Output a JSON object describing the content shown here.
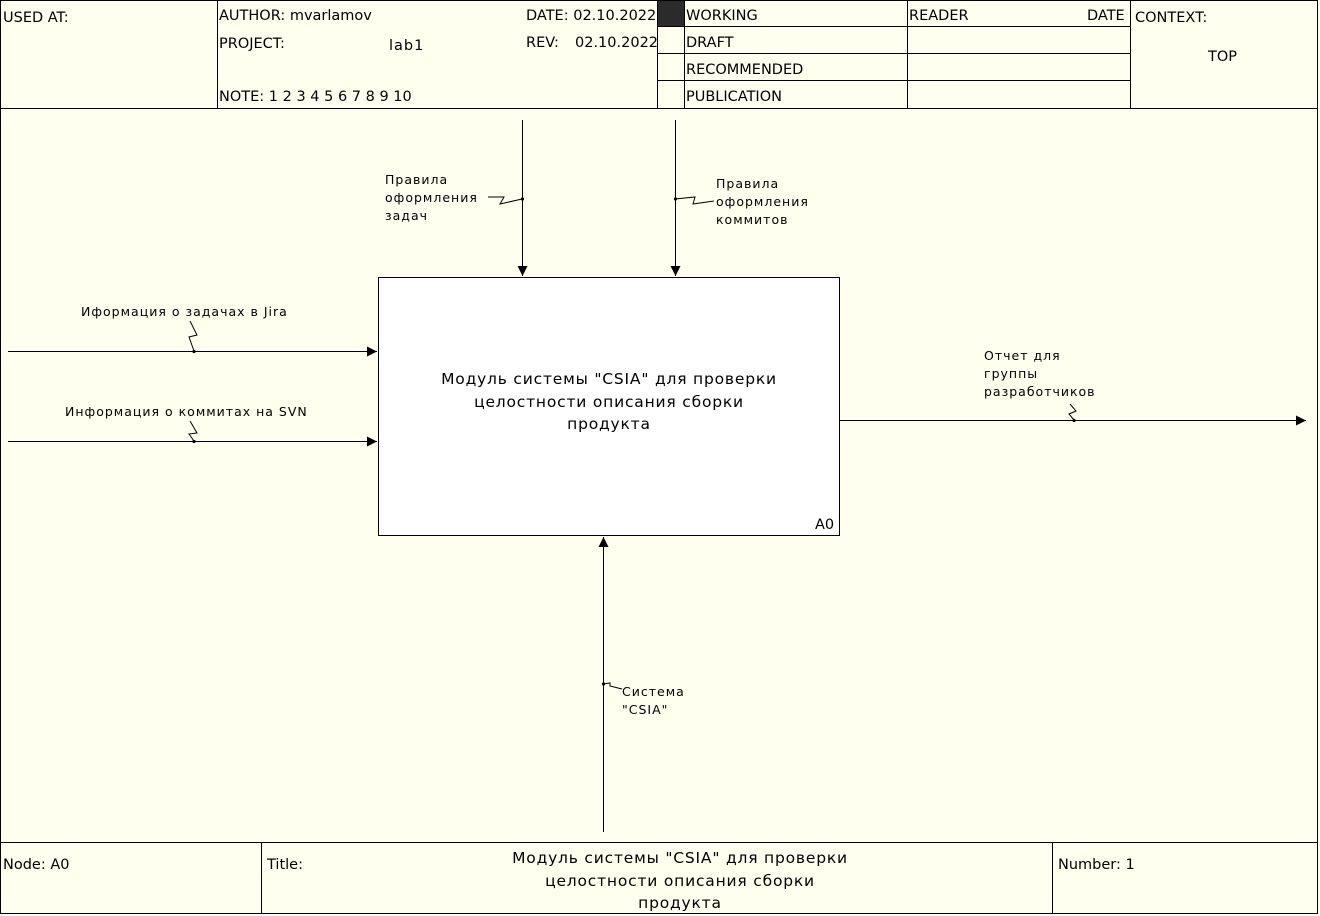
{
  "header": {
    "used_at_label": "USED AT:",
    "author_label": "AUTHOR:",
    "author": "mvarlamov",
    "project_label": "PROJECT:",
    "project": "lab1",
    "note_label": "NOTE:",
    "note_numbers": "1 2 3 4 5 6 7 8 9 10",
    "date_label": "DATE:",
    "date": "02.10.2022",
    "rev_label": "REV:",
    "rev": "02.10.2022",
    "status": [
      "WORKING",
      "DRAFT",
      "RECOMMENDED",
      "PUBLICATION"
    ],
    "reader_label": "READER",
    "reader_date_label": "DATE",
    "context_label": "CONTEXT:",
    "context_value": "TOP"
  },
  "activity": {
    "title_lines": [
      "Модуль системы \"CSIA\" для проверки",
      "целостности описания сборки",
      "продукта"
    ],
    "node_number": "A0"
  },
  "arrows": {
    "control_1": [
      "Правила",
      "оформления",
      "задач"
    ],
    "control_2": [
      "Правила",
      "оформления",
      "коммитов"
    ],
    "input_1": [
      "Иформация о задачах в Jira"
    ],
    "input_2": [
      "Информация о коммитах на SVN"
    ],
    "output_1": [
      "Отчет для",
      "группы",
      "разработчиков"
    ],
    "mechanism_1": [
      "Система",
      "\"CSIA\""
    ]
  },
  "footer": {
    "node_label": "Node:",
    "node": "A0",
    "title_label": "Title:",
    "title_lines": [
      "Модуль системы \"CSIA\" для проверки",
      "целостности описания сборки",
      "продукта"
    ],
    "number_label": "Number:",
    "number": "1"
  }
}
